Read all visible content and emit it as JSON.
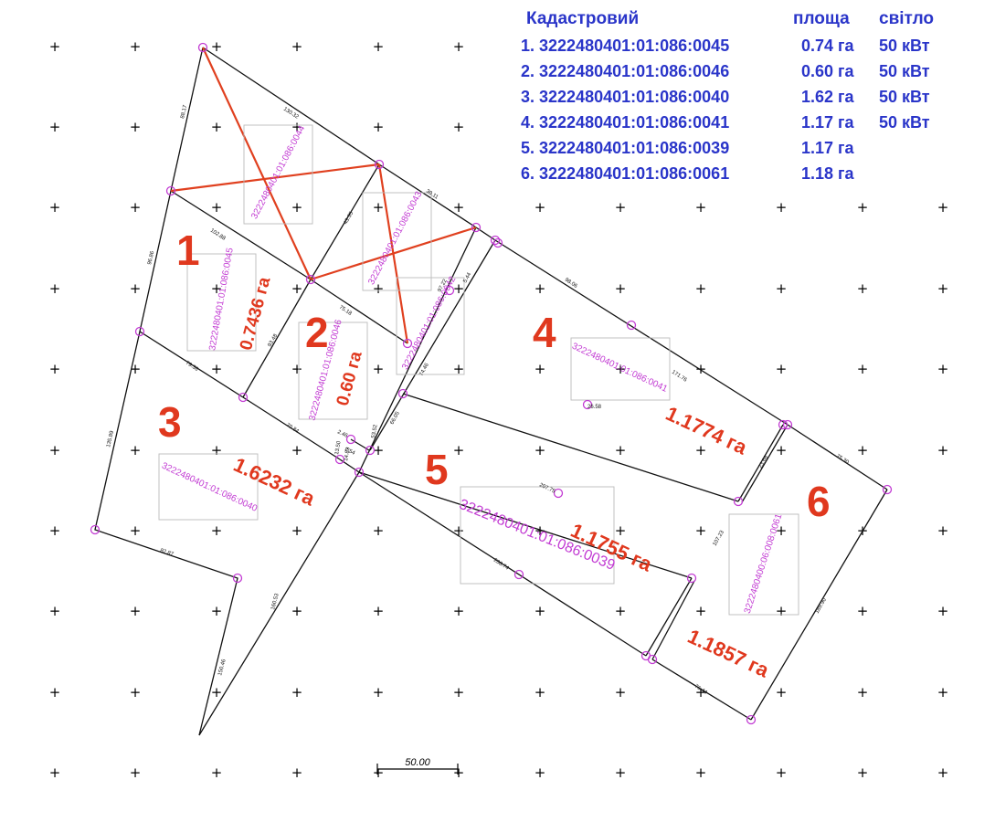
{
  "legend": {
    "header": {
      "cadastral": "Кадастровий",
      "area": "площа",
      "light": "світло"
    },
    "rows": [
      {
        "id": "1. 3222480401:01:086:0045",
        "area": "0.74 га",
        "light": "50 кВт"
      },
      {
        "id": "2. 3222480401:01:086:0046",
        "area": "0.60 га",
        "light": "50 кВт"
      },
      {
        "id": "3. 3222480401:01:086:0040",
        "area": "1.62 га",
        "light": "50 кВт"
      },
      {
        "id": "4. 3222480401:01:086:0041",
        "area": "1.17 га",
        "light": "50 кВт"
      },
      {
        "id": "5. 3222480401:01:086:0039",
        "area": "1.17 га",
        "light": ""
      },
      {
        "id": "6. 3222480401:01:086:0061",
        "area": "1.18 га",
        "light": ""
      }
    ]
  },
  "parcels": [
    {
      "number": "1",
      "area": "0.7436 га",
      "cadastral": "3222480401:01:086:0045"
    },
    {
      "number": "2",
      "area": "0.60 га",
      "cadastral": "3222480401:01:086:0046"
    },
    {
      "number": "3",
      "area": "1.6232 га",
      "cadastral": "3222480401:01:086:0040"
    },
    {
      "number": "4",
      "area": "1.1774 га",
      "cadastral": "3222480401:01:086:0041"
    },
    {
      "number": "5",
      "area": "1.1755 га",
      "cadastral": "3222480401:01:086:0039"
    },
    {
      "number": "6",
      "area": "1.1857 га",
      "cadastral": "3222480400:06:008:0061"
    }
  ],
  "extra_labels": {
    "top_left": "3222480401:01:086:0044",
    "top_middle": "3222480401:01:086:0043",
    "middle_strip": "3222480401:01:086:0042"
  },
  "dimensions": [
    "88.17",
    "130.32",
    "102.88",
    "43.35",
    "30.11",
    "96.86",
    "79.36",
    "93.48",
    "75.18",
    "24.17",
    "97.22",
    "5.44",
    "98.06",
    "135.89",
    "70.84",
    "2.46",
    "13.50",
    "14.83",
    "2.54",
    "53.52",
    "66.05",
    "171.76",
    "26.58",
    "74.46",
    "82.87",
    "207.75",
    "208.74",
    "107.23",
    "75.30",
    "23.68",
    "160.53",
    "150.46",
    "189.90",
    "76.44",
    "12.05",
    "8.20"
  ],
  "scale_bar": "50.00",
  "colors": {
    "legend_text": "#2a35c9",
    "parcel_labels": "#e0381e",
    "cadastral_labels": "#c23bd3",
    "boundaries": "#111111"
  }
}
